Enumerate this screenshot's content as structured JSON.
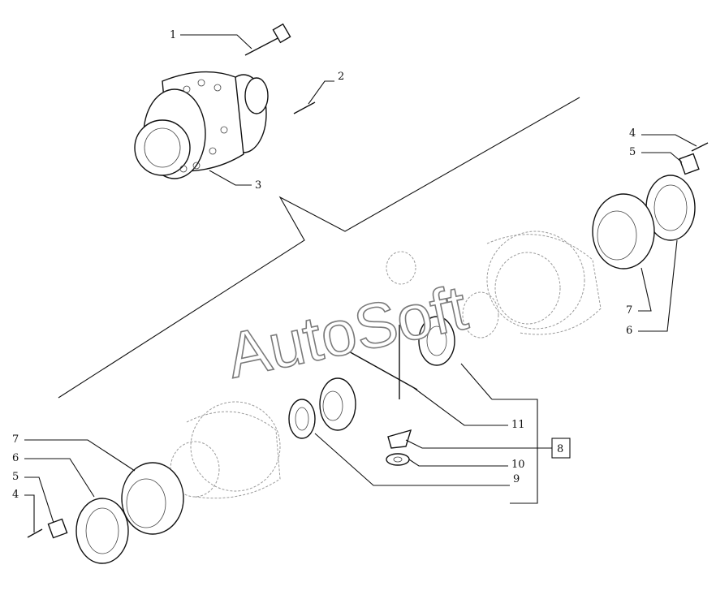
{
  "callouts": {
    "c1": "1",
    "c2": "2",
    "c3": "3",
    "c4_right": "4",
    "c5_right": "5",
    "c7_right": "7",
    "c6_right": "6",
    "c7_left": "7",
    "c6_left": "6",
    "c5_left": "5",
    "c4_left": "4",
    "c11": "11",
    "c8": "8",
    "c10": "10",
    "c9": "9"
  },
  "watermark": "AutoSoft",
  "colors": {
    "line": "#111111",
    "ghost": "#9a9a9a",
    "watermark_outline": "#7a7a7a"
  }
}
